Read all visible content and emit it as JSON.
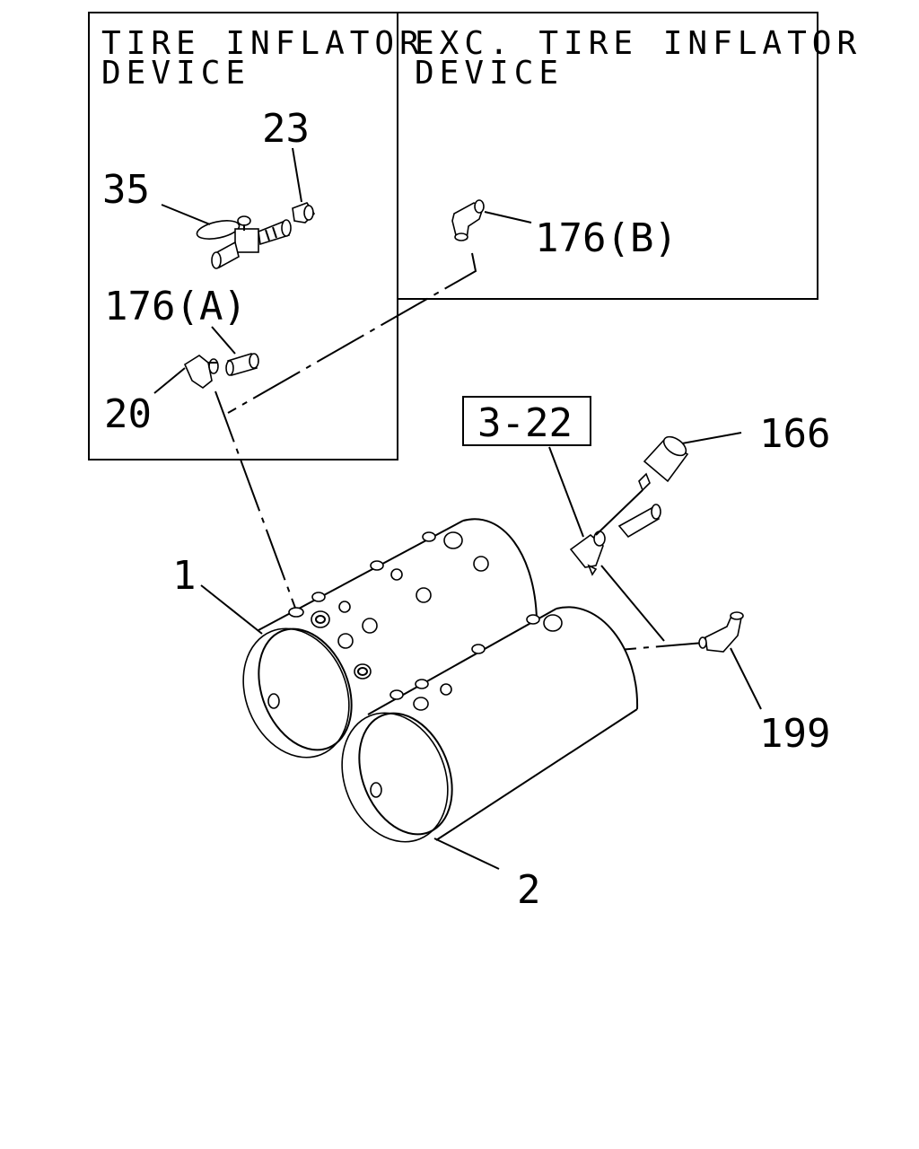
{
  "panels": {
    "left_title_line1": "TIRE INFLATOR",
    "left_title_line2": "DEVICE",
    "right_title_line1": "EXC. TIRE INFLATOR",
    "right_title_line2": "DEVICE"
  },
  "reference_box": "3-22",
  "callouts": {
    "p23": "23",
    "p35": "35",
    "p176b": "176(B)",
    "p176a": "176(A)",
    "p20": "20",
    "p166": "166",
    "p1": "1",
    "p199": "199",
    "p2": "2"
  }
}
